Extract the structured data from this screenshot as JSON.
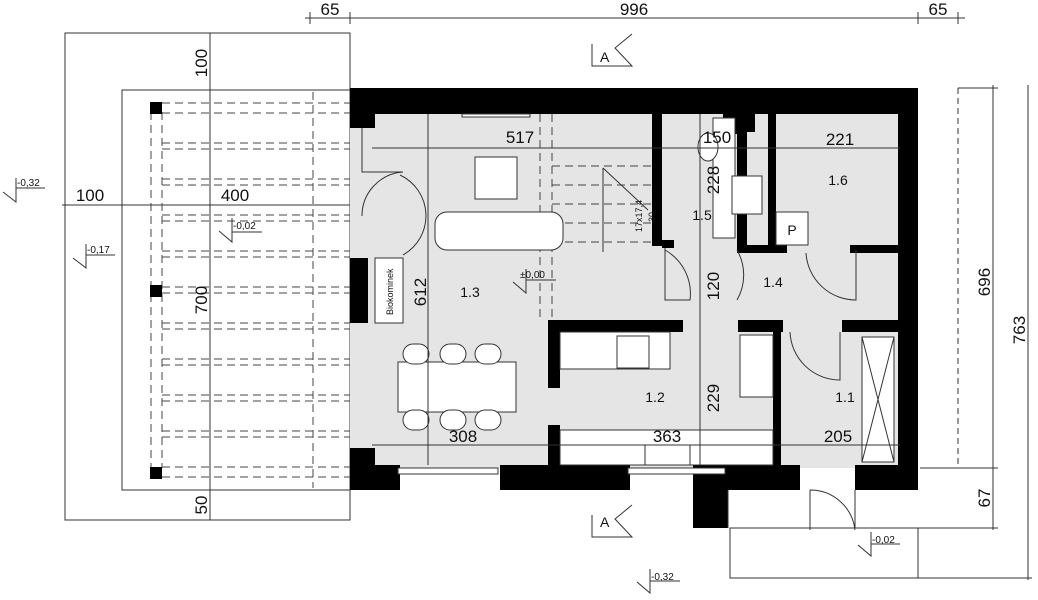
{
  "plan": {
    "top_dims": [
      "65",
      "996",
      "65"
    ],
    "right_dims": [
      "696",
      "763",
      "67"
    ],
    "terrace_dims": {
      "width_outer": "100",
      "width_inner": "400",
      "top": "100",
      "length": "700",
      "bottom": "50"
    },
    "levels": [
      "-0,32",
      "-0,17",
      "-0,02",
      "±0,00",
      "-0,02",
      "-0,32"
    ],
    "section_marks": [
      "A",
      "A"
    ],
    "rooms": [
      {
        "id": "1.1"
      },
      {
        "id": "1.2"
      },
      {
        "id": "1.3"
      },
      {
        "id": "1.4"
      },
      {
        "id": "1.5"
      },
      {
        "id": "1.6"
      }
    ],
    "inner_dims": {
      "d517": "517",
      "d150": "150",
      "d221": "221",
      "d228": "228",
      "d612": "612",
      "d120": "120",
      "d229": "229",
      "d308": "308",
      "d363": "363",
      "d205": "205"
    },
    "stairs": {
      "step": "17x17,4",
      "count": "30"
    },
    "fireplace_label": "Biokominek",
    "boiler_label": "P"
  }
}
